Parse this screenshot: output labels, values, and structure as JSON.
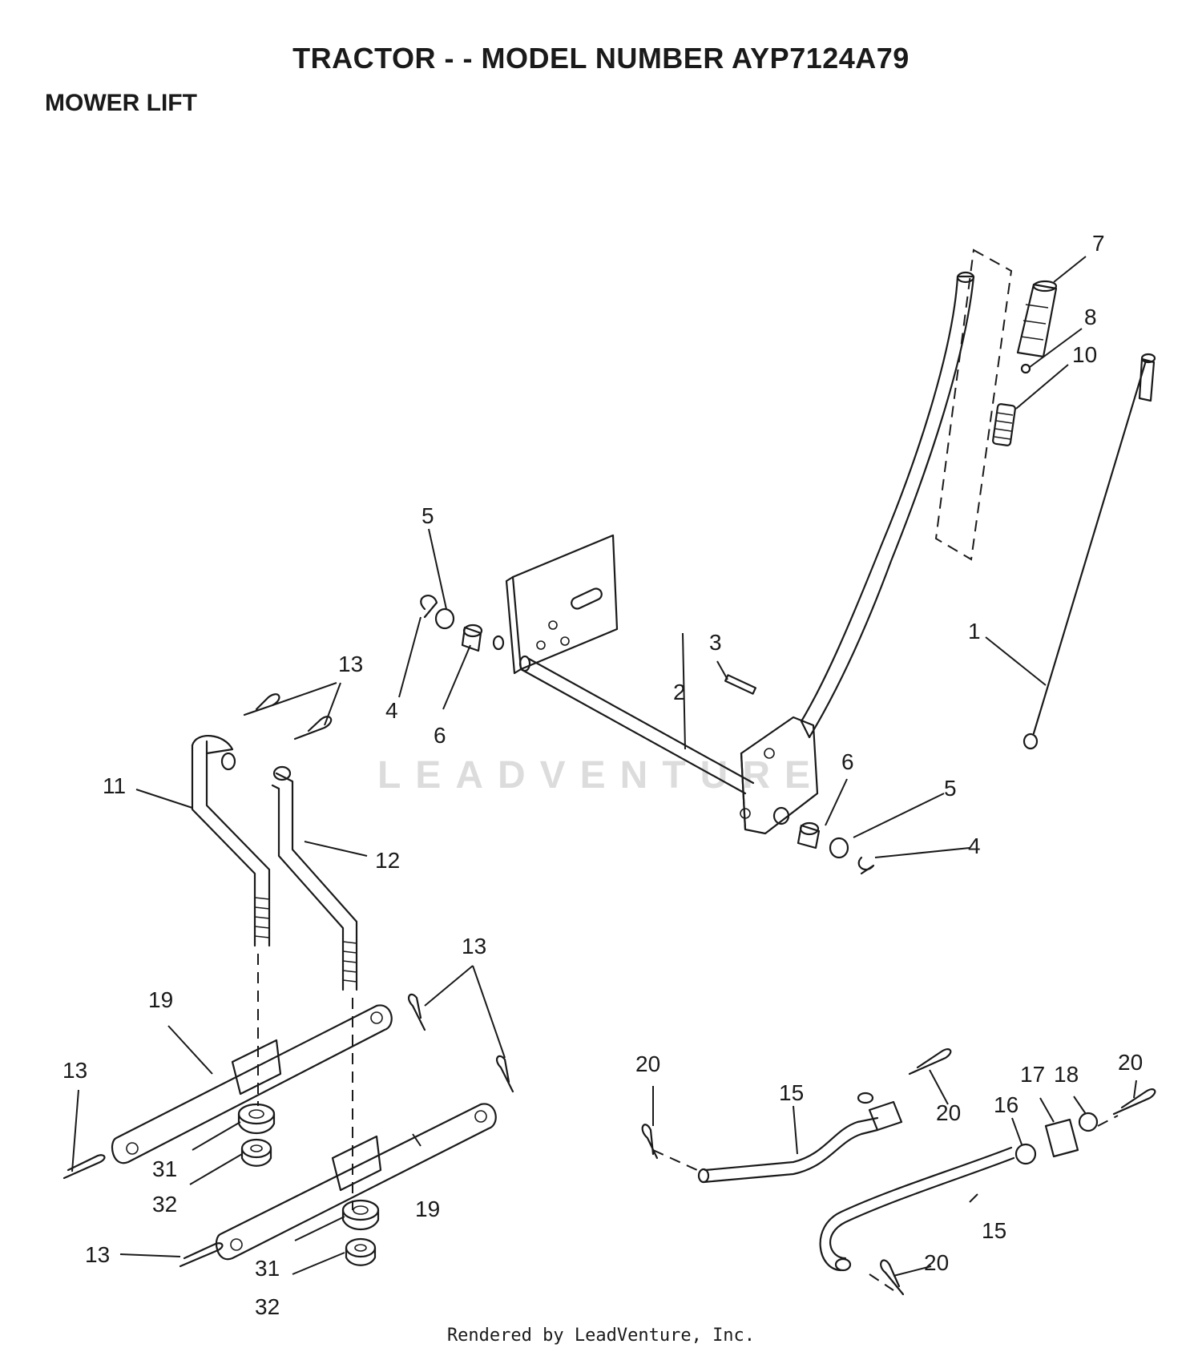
{
  "page": {
    "title": "TRACTOR - - MODEL NUMBER AYP7124A79",
    "subtitle": "MOWER LIFT",
    "footer": "Rendered by LeadVenture, Inc.",
    "watermark": "LEADVENTURE"
  },
  "callouts": [
    {
      "id": "c1",
      "label": "1"
    },
    {
      "id": "c2",
      "label": "2"
    },
    {
      "id": "c3",
      "label": "3"
    },
    {
      "id": "c4a",
      "label": "4"
    },
    {
      "id": "c4b",
      "label": "4"
    },
    {
      "id": "c5a",
      "label": "5"
    },
    {
      "id": "c5b",
      "label": "5"
    },
    {
      "id": "c6a",
      "label": "6"
    },
    {
      "id": "c6b",
      "label": "6"
    },
    {
      "id": "c7",
      "label": "7"
    },
    {
      "id": "c8",
      "label": "8"
    },
    {
      "id": "c10",
      "label": "10"
    },
    {
      "id": "c11",
      "label": "11"
    },
    {
      "id": "c12",
      "label": "12"
    },
    {
      "id": "c13a",
      "label": "13"
    },
    {
      "id": "c13b",
      "label": "13"
    },
    {
      "id": "c13c",
      "label": "13"
    },
    {
      "id": "c13d",
      "label": "13"
    },
    {
      "id": "c15a",
      "label": "15"
    },
    {
      "id": "c15b",
      "label": "15"
    },
    {
      "id": "c16",
      "label": "16"
    },
    {
      "id": "c17",
      "label": "17"
    },
    {
      "id": "c18",
      "label": "18"
    },
    {
      "id": "c19a",
      "label": "19"
    },
    {
      "id": "c19b",
      "label": "19"
    },
    {
      "id": "c20a",
      "label": "20"
    },
    {
      "id": "c20b",
      "label": "20"
    },
    {
      "id": "c20c",
      "label": "20"
    },
    {
      "id": "c20d",
      "label": "20"
    },
    {
      "id": "c31a",
      "label": "31"
    },
    {
      "id": "c31b",
      "label": "31"
    },
    {
      "id": "c32a",
      "label": "32"
    },
    {
      "id": "c32b",
      "label": "32"
    }
  ]
}
